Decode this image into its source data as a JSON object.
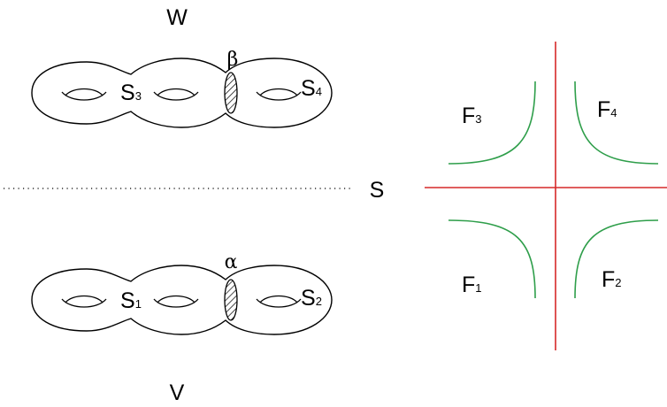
{
  "top_label": "W",
  "bottom_label": "V",
  "middle_label": "S",
  "top_surface": {
    "curve_label": "β",
    "labels": [
      {
        "base": "S",
        "sub": "3"
      },
      {
        "base": "S",
        "sub": "4"
      }
    ]
  },
  "bottom_surface": {
    "curve_label": "α",
    "labels": [
      {
        "base": "S",
        "sub": "1"
      },
      {
        "base": "S",
        "sub": "2"
      }
    ]
  },
  "quadrants": [
    {
      "base": "F",
      "sub": "3"
    },
    {
      "base": "F",
      "sub": "4"
    },
    {
      "base": "F",
      "sub": "1"
    },
    {
      "base": "F",
      "sub": "2"
    }
  ],
  "colors": {
    "axes": "#d62828",
    "hyperbola": "#2e9e4a",
    "ink": "#000000"
  }
}
